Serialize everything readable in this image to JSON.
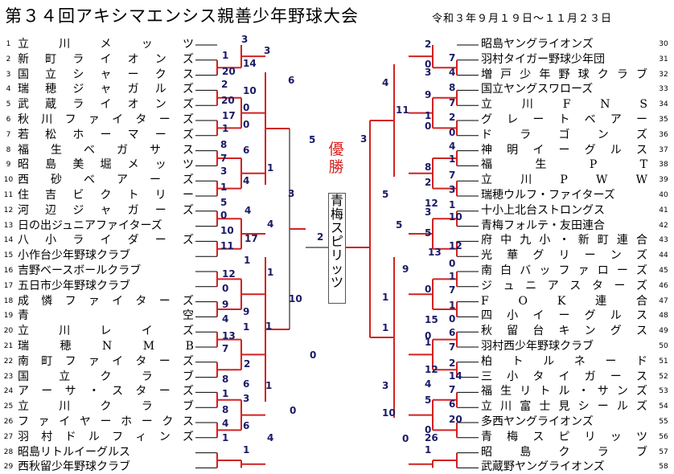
{
  "title": "第３４回アキシマエンシス親善少年野球大会",
  "date": "令和３年９月１９日～１１月２３日",
  "winner_label": "優勝",
  "champion": "青梅スピリッツ",
  "colors": {
    "win": "#d22222",
    "lose": "#000000",
    "score": "#1a1a66"
  },
  "left_teams": [
    {
      "no": "1",
      "name": "立川メッツ"
    },
    {
      "no": "2",
      "name": "新町ライオンズ"
    },
    {
      "no": "3",
      "name": "国立シャークス"
    },
    {
      "no": "4",
      "name": "瑞穂ジャガルズ"
    },
    {
      "no": "5",
      "name": "武蔵ライオンズ"
    },
    {
      "no": "6",
      "name": "秋川ファイターズ"
    },
    {
      "no": "7",
      "name": "若松ホーマーズ"
    },
    {
      "no": "8",
      "name": "福生ベガサス"
    },
    {
      "no": "9",
      "name": "昭島美堀メッツ"
    },
    {
      "no": "10",
      "name": "西砂ベアーズ"
    },
    {
      "no": "11",
      "name": "住吉ビクトリー"
    },
    {
      "no": "12",
      "name": "河辺ジャガーズ"
    },
    {
      "no": "13",
      "name": "日の出ジュニアファイターズ"
    },
    {
      "no": "14",
      "name": "八小ライダーズ"
    },
    {
      "no": "15",
      "name": "小作台少年野球クラブ"
    },
    {
      "no": "16",
      "name": "吉野ベースボールクラブ"
    },
    {
      "no": "17",
      "name": "五日市少年野球クラブ"
    },
    {
      "no": "18",
      "name": "成憐ファイターズ"
    },
    {
      "no": "19",
      "name": "青空"
    },
    {
      "no": "20",
      "name": "立川レイズ"
    },
    {
      "no": "21",
      "name": "瑞穂NMB"
    },
    {
      "no": "22",
      "name": "南町ファイターズ"
    },
    {
      "no": "23",
      "name": "国立クラブ"
    },
    {
      "no": "24",
      "name": "アーサ・スターズ"
    },
    {
      "no": "25",
      "name": "立川クラブ"
    },
    {
      "no": "26",
      "name": "ファイヤーホークス"
    },
    {
      "no": "27",
      "name": "羽村ドルフィンズ"
    },
    {
      "no": "28",
      "name": "昭島リトルイーグルス"
    },
    {
      "no": "29",
      "name": "西秋留少年野球クラブ"
    }
  ],
  "right_teams": [
    {
      "no": "30",
      "name": "昭島ヤングライオンズ"
    },
    {
      "no": "31",
      "name": "羽村タイガー野球少年団"
    },
    {
      "no": "32",
      "name": "増戸少年野球クラブ"
    },
    {
      "no": "33",
      "name": "国立ヤングスワローズ"
    },
    {
      "no": "34",
      "name": "立川FNS"
    },
    {
      "no": "35",
      "name": "グレートベアー"
    },
    {
      "no": "36",
      "name": "ドラゴンズ"
    },
    {
      "no": "37",
      "name": "神明イーグルス"
    },
    {
      "no": "38",
      "name": "福生PT"
    },
    {
      "no": "39",
      "name": "立川PWW"
    },
    {
      "no": "40",
      "name": "瑞穂ウルフ・ファイターズ"
    },
    {
      "no": "41",
      "name": "十小上北台ストロングス"
    },
    {
      "no": "42",
      "name": "青梅フォルテ・友田連合"
    },
    {
      "no": "43",
      "name": "府中九小・新町連合"
    },
    {
      "no": "44",
      "name": "光華グリーンズ"
    },
    {
      "no": "45",
      "name": "南白バッファローズ"
    },
    {
      "no": "46",
      "name": "ジュニアスターズ"
    },
    {
      "no": "47",
      "name": "FOK連合"
    },
    {
      "no": "48",
      "name": "四小イーグルス"
    },
    {
      "no": "49",
      "name": "秋留台キングス"
    },
    {
      "no": "50",
      "name": "羽村西少年野球クラブ"
    },
    {
      "no": "51",
      "name": "柏トルネード"
    },
    {
      "no": "52",
      "name": "三小タイガース"
    },
    {
      "no": "53",
      "name": "福生リトル・サンズ"
    },
    {
      "no": "54",
      "name": "立川富士見シールズ"
    },
    {
      "no": "55",
      "name": "多西ヤングライオンズ"
    },
    {
      "no": "56",
      "name": "青梅スピリッツ"
    },
    {
      "no": "57",
      "name": "昭島クラブ"
    },
    {
      "no": "58",
      "name": "武蔵野ヤングライオンズ"
    }
  ],
  "scores": [
    {
      "side": "L",
      "v": "3"
    },
    {
      "side": "L",
      "v": "1"
    },
    {
      "side": "L",
      "v": "20"
    },
    {
      "side": "L",
      "v": "14"
    },
    {
      "side": "L",
      "v": "3"
    },
    {
      "side": "L",
      "v": "2"
    },
    {
      "side": "L",
      "v": "20"
    },
    {
      "side": "L",
      "v": "10"
    },
    {
      "side": "L",
      "v": "0"
    },
    {
      "side": "L",
      "v": "17"
    },
    {
      "side": "L",
      "v": "1"
    },
    {
      "side": "L",
      "v": "0"
    },
    {
      "side": "L",
      "v": "6"
    },
    {
      "side": "L",
      "v": "8"
    },
    {
      "side": "L",
      "v": "7"
    },
    {
      "side": "L",
      "v": "6"
    },
    {
      "side": "L",
      "v": "1"
    },
    {
      "side": "L",
      "v": "3"
    },
    {
      "side": "L",
      "v": "1"
    },
    {
      "side": "L",
      "v": "4"
    },
    {
      "side": "L",
      "v": "5"
    },
    {
      "side": "L",
      "v": "3"
    },
    {
      "side": "L",
      "v": "5"
    },
    {
      "side": "L",
      "v": "0"
    },
    {
      "side": "L",
      "v": "4"
    },
    {
      "side": "L",
      "v": "10"
    },
    {
      "side": "L",
      "v": "11"
    },
    {
      "side": "L",
      "v": "17"
    },
    {
      "side": "L",
      "v": "4"
    },
    {
      "side": "L",
      "v": "1"
    },
    {
      "side": "L",
      "v": "12"
    },
    {
      "side": "L",
      "v": "0"
    },
    {
      "side": "L",
      "v": "1"
    },
    {
      "side": "L",
      "v": "9"
    },
    {
      "side": "L",
      "v": "4"
    },
    {
      "side": "L",
      "v": "9"
    },
    {
      "side": "L",
      "v": "1"
    },
    {
      "side": "L",
      "v": "10"
    },
    {
      "side": "L",
      "v": "13"
    },
    {
      "side": "L",
      "v": "7"
    },
    {
      "side": "L",
      "v": "1"
    },
    {
      "side": "L",
      "v": "0"
    },
    {
      "side": "L",
      "v": "2"
    },
    {
      "side": "L",
      "v": "8"
    },
    {
      "side": "L",
      "v": "1"
    },
    {
      "side": "L",
      "v": "6"
    },
    {
      "side": "L",
      "v": "1"
    },
    {
      "side": "L",
      "v": "8"
    },
    {
      "side": "L",
      "v": "4"
    },
    {
      "side": "L",
      "v": "3"
    },
    {
      "side": "L",
      "v": "6"
    },
    {
      "side": "L",
      "v": "0"
    },
    {
      "side": "L",
      "v": "1"
    },
    {
      "side": "L",
      "v": "4"
    },
    {
      "side": "L",
      "v": "1"
    },
    {
      "side": "R",
      "v": "2"
    },
    {
      "side": "R",
      "v": "0"
    },
    {
      "side": "R",
      "v": "7"
    },
    {
      "side": "R",
      "v": "3"
    },
    {
      "side": "R",
      "v": "4"
    },
    {
      "side": "R",
      "v": "4"
    },
    {
      "side": "R",
      "v": "8"
    },
    {
      "side": "R",
      "v": "9"
    },
    {
      "side": "R",
      "v": "7"
    },
    {
      "side": "R",
      "v": "11"
    },
    {
      "side": "R",
      "v": "1"
    },
    {
      "side": "R",
      "v": "0"
    },
    {
      "side": "R",
      "v": "2"
    },
    {
      "side": "R",
      "v": "0"
    },
    {
      "side": "R",
      "v": "3"
    },
    {
      "side": "R",
      "v": "4"
    },
    {
      "side": "R",
      "v": "1"
    },
    {
      "side": "R",
      "v": "8"
    },
    {
      "side": "R",
      "v": "2"
    },
    {
      "side": "R",
      "v": "7"
    },
    {
      "side": "R",
      "v": "5"
    },
    {
      "side": "R",
      "v": "3"
    },
    {
      "side": "R",
      "v": "3"
    },
    {
      "side": "R",
      "v": "1"
    },
    {
      "side": "R",
      "v": "5"
    },
    {
      "side": "R",
      "v": "10"
    },
    {
      "side": "R",
      "v": "5"
    },
    {
      "side": "R",
      "v": "12"
    },
    {
      "side": "R",
      "v": "13"
    },
    {
      "side": "R",
      "v": "12"
    },
    {
      "side": "R",
      "v": "9"
    },
    {
      "side": "R",
      "v": "1"
    },
    {
      "side": "R",
      "v": "1"
    },
    {
      "side": "R",
      "v": "0"
    },
    {
      "side": "R",
      "v": "0"
    },
    {
      "side": "R",
      "v": "7"
    },
    {
      "side": "R",
      "v": "1"
    },
    {
      "side": "R",
      "v": "15"
    },
    {
      "side": "R",
      "v": "0"
    },
    {
      "side": "R",
      "v": "1"
    },
    {
      "side": "R",
      "v": "0"
    },
    {
      "side": "R",
      "v": "6"
    },
    {
      "side": "R",
      "v": "7"
    },
    {
      "side": "R",
      "v": "1"
    },
    {
      "side": "R",
      "v": "12"
    },
    {
      "side": "R",
      "v": "2"
    },
    {
      "side": "R",
      "v": "14"
    },
    {
      "side": "R",
      "v": "3"
    },
    {
      "side": "R",
      "v": "7"
    },
    {
      "side": "R",
      "v": "4"
    },
    {
      "side": "R",
      "v": "6"
    },
    {
      "side": "R",
      "v": "5"
    },
    {
      "side": "R",
      "v": "10"
    },
    {
      "side": "R",
      "v": "26"
    },
    {
      "side": "R",
      "v": "20"
    },
    {
      "side": "R",
      "v": "0"
    },
    {
      "side": "R",
      "v": "0"
    },
    {
      "side": "C",
      "v": "1"
    },
    {
      "side": "C",
      "v": "2"
    }
  ]
}
